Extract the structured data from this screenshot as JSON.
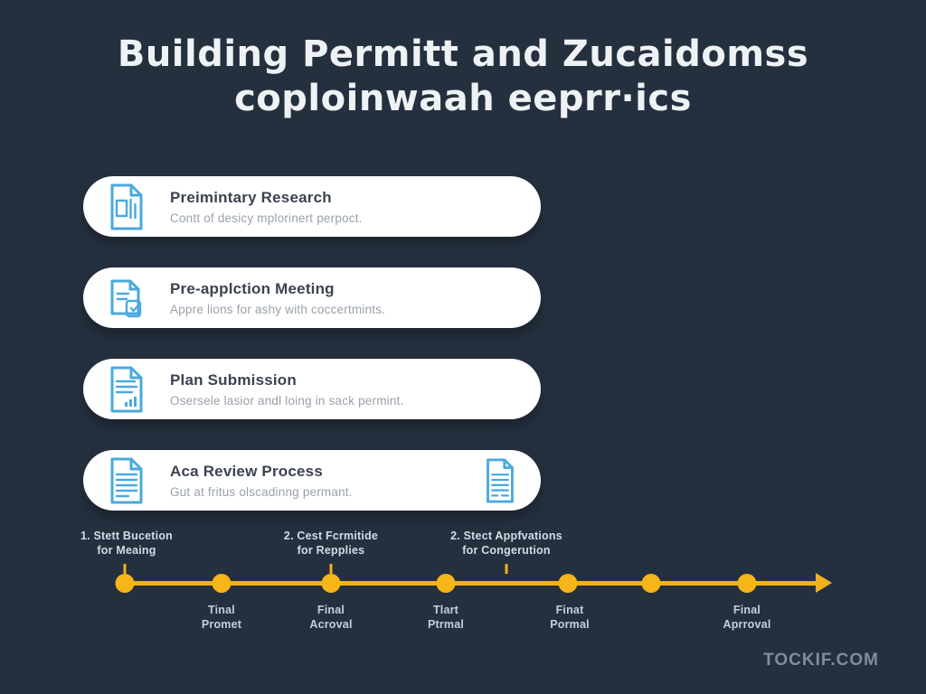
{
  "title": {
    "line1": "Building Permitt and Zucaidomss",
    "line2": "coploinwaah eeprr·ics"
  },
  "cards": [
    {
      "icon": "document-chart-icon",
      "title": "Preimintary Research",
      "subtitle": "Contt of desicy mplorinert perpoct."
    },
    {
      "icon": "documents-check-icon",
      "title": "Pre-applction Meeting",
      "subtitle": "Appre lions for ashy with coccertmints."
    },
    {
      "icon": "document-lines-chart-icon",
      "title": "Plan Submission",
      "subtitle": "Osersele lasior andl loing in sack permint."
    },
    {
      "icon": "document-lines-icon",
      "title": "Aca Review Process",
      "subtitle": "Gut at fritus olscadinng permant.",
      "right_icon": "document-lines-icon"
    }
  ],
  "timeline": {
    "top_labels": [
      {
        "line1": "1. Stett Bucetion",
        "line2": "for Meaing"
      },
      {
        "line1": "2. Cest Fcrmitide",
        "line2": "for Repplies"
      },
      {
        "line1": "2. Stect Appfvations",
        "line2": "for Congerution"
      }
    ],
    "bottom_labels": [
      {
        "line1": "Tinal",
        "line2": "Promet"
      },
      {
        "line1": "Final",
        "line2": "Acroval"
      },
      {
        "line1": "Tlart",
        "line2": "Ptrmal"
      },
      {
        "line1": "Finat",
        "line2": "Pormal"
      },
      {
        "line1": "Final",
        "line2": "Aprroval"
      }
    ],
    "dot_count": 7
  },
  "watermark": "TOCKIF.COM",
  "colors": {
    "background": "#25303F",
    "card_background": "#FFFFFF",
    "icon_blue": "#4AA9DD",
    "timeline_gold": "#F2B01E",
    "title_text": "#EFF2F5"
  }
}
